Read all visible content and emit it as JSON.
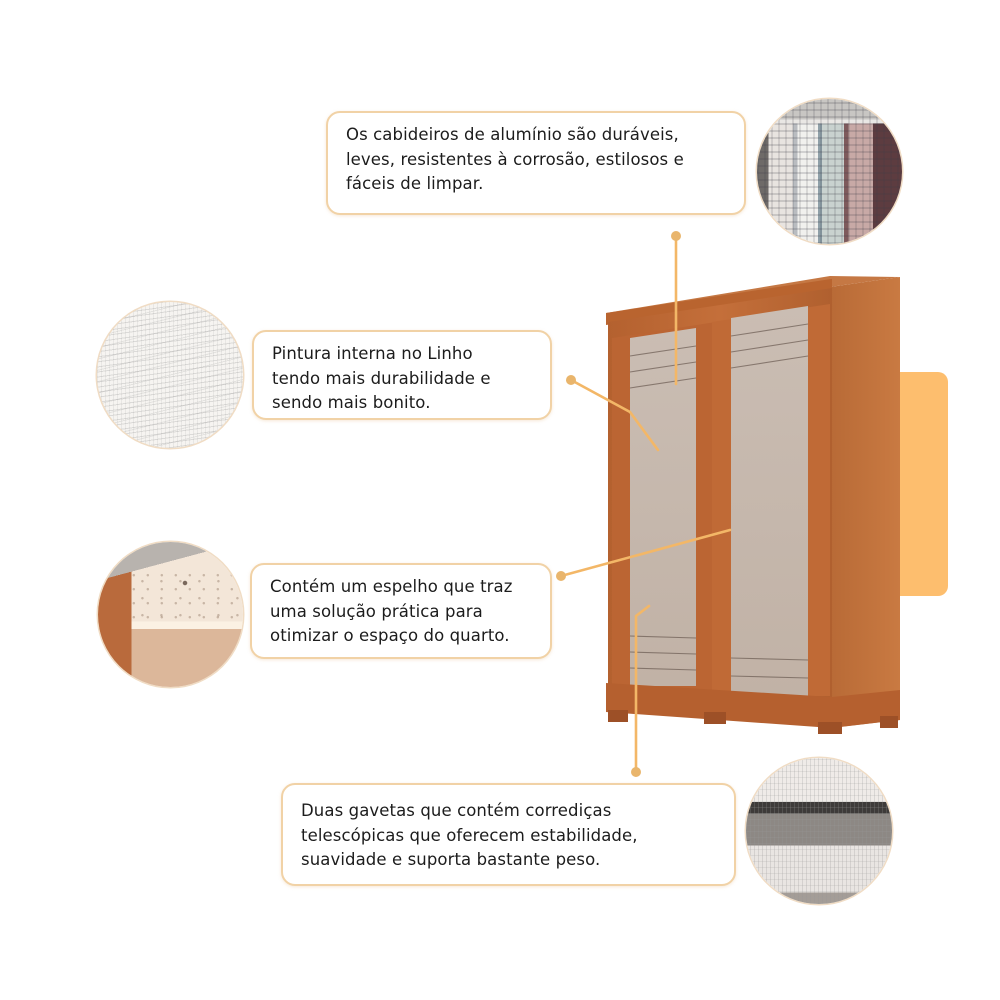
{
  "colors": {
    "accent": "#f3b767",
    "callout_border": "#f1d2a6",
    "accent_panel": "#fdbe6e",
    "wood": "#bd6a35",
    "wood_dark": "#9a4f24",
    "mirror": "#c4b6ac"
  },
  "callouts": [
    {
      "id": "aluminum-hangers",
      "lines": [
        "Os cabideiros de alumínio são duráveis,",
        "leves, resistentes à corrosão, estilosos e",
        "fáceis de limpar."
      ],
      "thumbnail": "hanging-clothes-rail"
    },
    {
      "id": "linen-interior",
      "lines": [
        "Pintura interna no Linho",
        "tendo mais durabilidade e",
        "sendo mais bonito."
      ],
      "thumbnail": "linen-texture"
    },
    {
      "id": "mirror",
      "lines": [
        "Contém um espelho que traz",
        "uma solução prática para",
        "otimizar o espaço do quarto."
      ],
      "thumbnail": "mirror-edge-detail"
    },
    {
      "id": "drawers",
      "lines": [
        "Duas gavetas que contém corrediças",
        "telescópicas que oferecem estabilidade,",
        "suavidade e suporta bastante peso."
      ],
      "thumbnail": "drawers-telescopic-slides"
    }
  ],
  "product": {
    "type": "wardrobe",
    "doors": 2,
    "door_style": "sliding-mirror"
  }
}
